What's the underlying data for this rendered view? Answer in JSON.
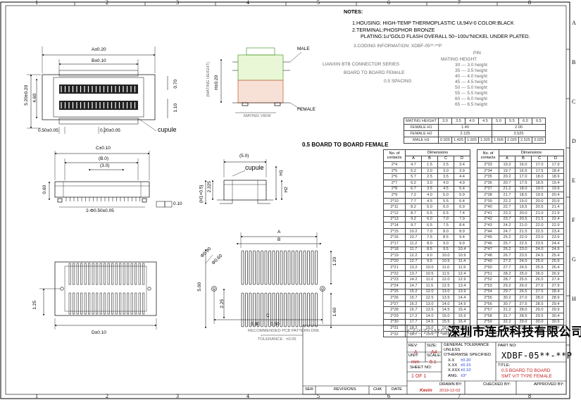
{
  "notes": {
    "title": "NOTES:",
    "line1": "1.HOUSING: HIGH-TEMP THERMOPLASTIC UL94V-0  COLOR:BLACK",
    "line2": "2.TERMINAL:PHOSPHOR BRONZE",
    "line3": "PLATING:1u\"GOLD FLASH OVERALL 50~100u\"NICKEL UNDER PLATED.",
    "coding_title": "3.CODING INFORMATION: XDBF-05**-**P",
    "coding_pin": "PIN",
    "coding_mating": "MATING HEIGHT",
    "coding_series": "LIANXIN BTB CONNECTOR SERIES",
    "coding_type": "BOARD TO BOARD FEMALE",
    "coding_spacing": "0.5 SPACING",
    "heights": [
      "30 --- 3.0 height",
      "35 --- 3.5 height",
      "40 --- 4.0 height",
      "45 --- 4.5 height",
      "50 --- 5.0 height",
      "55 --- 5.5 height",
      "60 --- 6.0 height",
      "65 --- 6.5 height"
    ]
  },
  "mating_table": {
    "header": [
      "MATING HEIGHT",
      "3.0",
      "3.5",
      "4.0",
      "4.5",
      "5.0",
      "5.5",
      "6.0",
      "6.5"
    ],
    "rows": [
      {
        "label": "FEMALE H1",
        "value": "1.40"
      },
      {
        "label": "FEMALE H2",
        "value_a": "2.125",
        "value_b": "3.525"
      },
      {
        "label": "MALE H1",
        "values": [
          "0.925",
          "1.425",
          "1.925",
          "1.025",
          "1.505",
          "2.025",
          "2.525",
          "3.025"
        ]
      }
    ],
    "female_h1_right": "2.00"
  },
  "section_title": "0.5 BOARD TO BOARD FEMALE",
  "dims_table": {
    "header_contacts": "No. of contacts",
    "header_dims": "Dimensions",
    "cols": [
      "A",
      "B",
      "C",
      "D"
    ],
    "left": [
      [
        "2*4",
        "4.7",
        "1.5",
        "2.5",
        "3.4"
      ],
      [
        "2*5",
        "5.2",
        "2.0",
        "3.0",
        "3.9"
      ],
      [
        "2*6",
        "5.7",
        "2.5",
        "3.5",
        "4.4"
      ],
      [
        "2*7",
        "6.2",
        "3.0",
        "4.0",
        "4.9"
      ],
      [
        "2*8",
        "6.7",
        "3.5",
        "4.5",
        "5.4"
      ],
      [
        "2*9",
        "7.2",
        "4.0",
        "5.0",
        "5.9"
      ],
      [
        "2*10",
        "7.7",
        "4.5",
        "5.5",
        "6.4"
      ],
      [
        "2*11",
        "8.2",
        "5.0",
        "6.0",
        "6.9"
      ],
      [
        "2*12",
        "8.7",
        "5.5",
        "6.5",
        "7.4"
      ],
      [
        "2*13",
        "9.2",
        "6.0",
        "7.0",
        "7.9"
      ],
      [
        "2*14",
        "9.7",
        "6.5",
        "7.5",
        "8.4"
      ],
      [
        "2*15",
        "10.2",
        "7.0",
        "8.0",
        "8.9"
      ],
      [
        "2*16",
        "10.7",
        "7.5",
        "8.5",
        "9.4"
      ],
      [
        "2*17",
        "11.2",
        "8.0",
        "9.0",
        "9.9"
      ],
      [
        "2*18",
        "11.7",
        "8.5",
        "9.5",
        "10.4"
      ],
      [
        "2*19",
        "12.2",
        "9.0",
        "10.0",
        "10.9"
      ],
      [
        "2*20",
        "12.7",
        "9.5",
        "10.5",
        "11.4"
      ],
      [
        "2*21",
        "13.2",
        "10.0",
        "11.0",
        "11.9"
      ],
      [
        "2*22",
        "13.7",
        "10.5",
        "11.5",
        "12.4"
      ],
      [
        "2*23",
        "14.2",
        "11.0",
        "12.0",
        "12.9"
      ],
      [
        "2*24",
        "14.7",
        "11.5",
        "12.5",
        "13.4"
      ],
      [
        "2*25",
        "15.2",
        "12.0",
        "13.0",
        "13.9"
      ],
      [
        "2*26",
        "15.7",
        "12.5",
        "13.5",
        "14.4"
      ],
      [
        "2*27",
        "16.2",
        "13.0",
        "14.0",
        "14.9"
      ],
      [
        "2*28",
        "16.7",
        "13.5",
        "14.5",
        "15.4"
      ],
      [
        "2*29",
        "17.2",
        "14.0",
        "15.0",
        "15.9"
      ],
      [
        "2*30",
        "17.7",
        "14.5",
        "15.5",
        "16.4"
      ],
      [
        "2*31",
        "18.2",
        "15.0",
        "16.0",
        "16.9"
      ],
      [
        "2*32",
        "18.7",
        "15.5",
        "16.5",
        "17.4"
      ]
    ],
    "right": [
      [
        "2*33",
        "19.2",
        "16.0",
        "17.0",
        "17.9"
      ],
      [
        "2*34",
        "19.7",
        "16.5",
        "17.5",
        "18.4"
      ],
      [
        "2*35",
        "20.2",
        "17.0",
        "18.0",
        "18.9"
      ],
      [
        "2*36",
        "20.7",
        "17.5",
        "18.5",
        "19.4"
      ],
      [
        "2*37",
        "21.2",
        "18.0",
        "19.0",
        "19.9"
      ],
      [
        "2*38",
        "21.7",
        "18.5",
        "19.5",
        "20.4"
      ],
      [
        "2*39",
        "22.2",
        "19.0",
        "20.0",
        "20.9"
      ],
      [
        "2*40",
        "22.7",
        "19.5",
        "20.5",
        "21.4"
      ],
      [
        "2*41",
        "23.2",
        "20.0",
        "21.0",
        "21.9"
      ],
      [
        "2*42",
        "23.7",
        "20.5",
        "21.5",
        "22.4"
      ],
      [
        "2*43",
        "24.2",
        "21.0",
        "22.0",
        "22.9"
      ],
      [
        "2*44",
        "24.7",
        "21.5",
        "22.5",
        "23.4"
      ],
      [
        "2*45",
        "25.2",
        "22.0",
        "23.0",
        "23.9"
      ],
      [
        "2*46",
        "25.7",
        "22.5",
        "23.5",
        "24.4"
      ],
      [
        "2*47",
        "26.2",
        "23.0",
        "24.0",
        "24.9"
      ],
      [
        "2*48",
        "26.7",
        "23.5",
        "24.5",
        "25.4"
      ],
      [
        "2*49",
        "27.2",
        "24.0",
        "25.0",
        "25.9"
      ],
      [
        "2*50",
        "27.7",
        "24.5",
        "25.5",
        "26.4"
      ],
      [
        "2*51",
        "28.2",
        "25.0",
        "26.0",
        "26.9"
      ],
      [
        "2*52",
        "28.7",
        "25.5",
        "26.5",
        "27.4"
      ],
      [
        "2*53",
        "29.2",
        "26.0",
        "27.0",
        "27.9"
      ],
      [
        "2*54",
        "29.7",
        "26.5",
        "27.5",
        "28.4"
      ],
      [
        "2*55",
        "30.2",
        "27.0",
        "28.0",
        "28.9"
      ],
      [
        "2*56",
        "30.7",
        "27.5",
        "28.5",
        "29.4"
      ],
      [
        "2*57",
        "31.2",
        "28.0",
        "29.0",
        "29.9"
      ],
      [
        "2*58",
        "31.7",
        "28.5",
        "29.5",
        "30.4"
      ],
      [
        "2*59",
        "32.2",
        "29.0",
        "30.0",
        "30.9"
      ],
      [
        "2*60",
        "32.7",
        "29.5",
        "30.5",
        "31.4"
      ]
    ]
  },
  "drawing_labels": {
    "a_dim": "A±0.20",
    "b_dim": "B±0.10",
    "d_dim": "D±0.10",
    "h520": "5.20±0.20",
    "h460": "4.60",
    "dim070": "0.70",
    "dim110": "1.10",
    "pitch": "0.50±0.05",
    "pin": "0.20±0.05",
    "cupule": "cupule",
    "c_dim": "C±0.10",
    "b_paren": "(B.0)",
    "three": "(3.0)",
    "five": "(5.0)",
    "h2": "H2",
    "h1": "H1",
    "h225": "2.325",
    "h1mh": "(H1+0.5)",
    "dim060": "0.60",
    "dim010": "0.10",
    "two": "2-Φ0.50±0.05",
    "male": "MALE",
    "female": "FEMALE",
    "mating_height": "(MATING HEIGHT)",
    "hpm": "H±0.20",
    "mating_view": "MATING VIEW",
    "pcb_a": "A",
    "pcb_b": "B",
    "pcb_a2": "Φ0.90",
    "pcb_a3": "Φ0.60",
    "pcb_c": "C",
    "dim500": "5.00",
    "dim225": "2.25",
    "dim120": "1.20",
    "dim160": "1.60",
    "dim030": "0.30",
    "dim050": "0.50",
    "recommended": "RECOMMENDED PCB PATTERN DIM.",
    "tolerance": "TOLERANCE : ±0.05",
    "dim125": "1.25"
  },
  "title_block": {
    "customer": "CUSTOMER",
    "company": "深圳市连欣科技有限公司",
    "rev_label": "REV:",
    "size_label": "SIZE:",
    "rev": "A",
    "size": "A4",
    "gen_tol": "GENERAL TOLERANCE",
    "unless": "UNLESS",
    "otherwise": "OTHERWISE SPECIFIED",
    "x_x": "X.X",
    "x_xx": "X.XX",
    "x_xxx": "X.XXX",
    "tol1": "±0.20",
    "tol2": "±0.15",
    "tol3": "±0.10",
    "ang_label": "ANG.",
    "ang": "±3°",
    "unit_label": "UNIT:",
    "scale_label": "SCALE:",
    "unit": "mm",
    "scale": "5:1",
    "sheet_label": "SHEET NO:",
    "sheet": "1  OF  1",
    "part_no_label": "PART NO:",
    "part_no": "XDBF-05**-**P",
    "title_label": "TITLE:",
    "title1": "0.5 BOARD TO BOARD",
    "title2": "SMT V/T TYPE FEMALE",
    "drawn_label": "DRAWN BY:",
    "drawn": "Kevin",
    "drawn_date": "2019-12-02",
    "checked_label": "CHECKED BY:",
    "approved_label": "APPROVED BY:",
    "ser": "SER",
    "revisions": "REVISIONS",
    "chk": "CHK",
    "date": "DATE"
  },
  "frame": {
    "top": [
      "1",
      "2",
      "3",
      "4",
      "5",
      "6",
      "7",
      "8"
    ],
    "side": [
      "A",
      "B",
      "C",
      "D",
      "E",
      "F",
      "G",
      "H"
    ]
  }
}
